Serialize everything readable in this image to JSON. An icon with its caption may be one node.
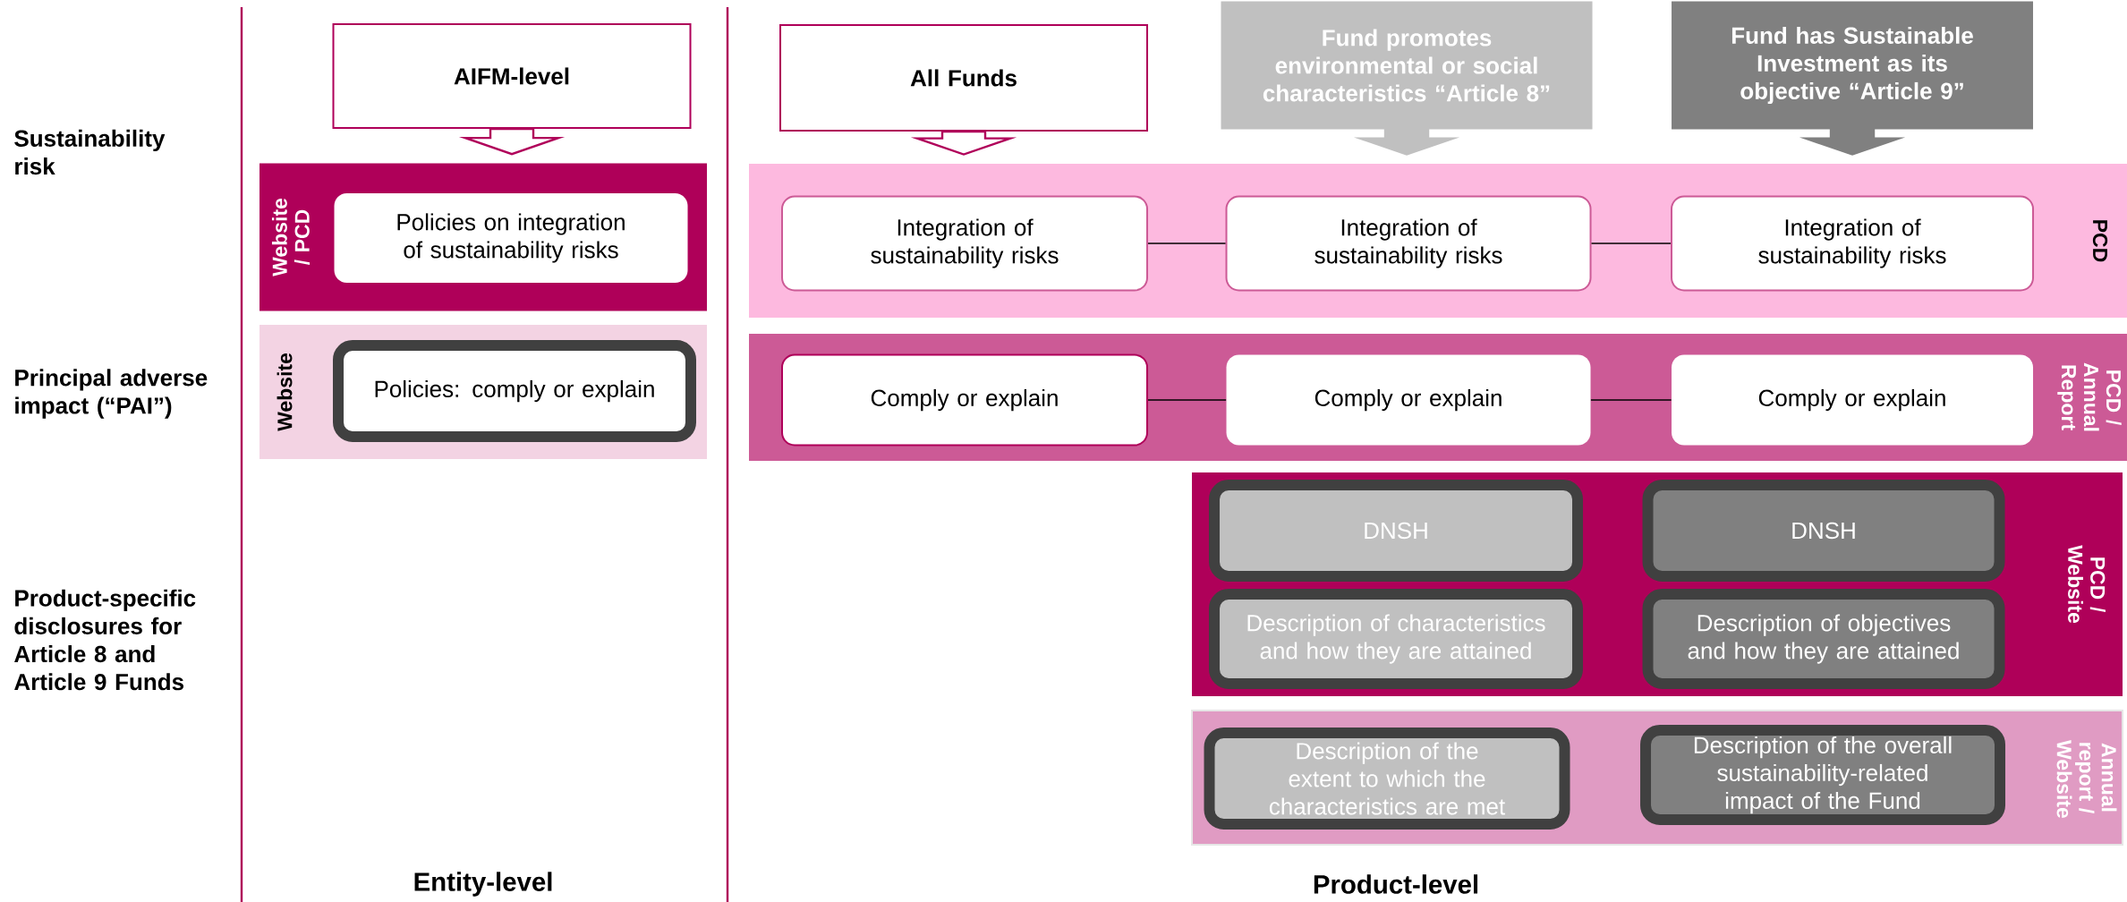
{
  "diagram": {
    "nodes": [
      {
        "text": [
          "AIFM-level"
        ]
      },
      {
        "text": [
          "All Funds"
        ]
      },
      {
        "text": [
          "Fund promotes environmental or social characteristics “Article 8”"
        ]
      },
      {
        "text": [
          "Fund has Sustainable Investment as its objective “Article 9”"
        ]
      },
      {
        "text": [
          "Website / PCD"
        ]
      },
      {
        "text": [
          "Policies on integration of sustainability risks"
        ],
        "in": 4
      },
      {
        "text": [
          "Website"
        ]
      },
      {
        "text": [
          "Policies: comply or explain"
        ],
        "in": 6
      },
      {
        "text": [
          "PCD"
        ]
      },
      {
        "text": [
          "Integration of sustainability risks"
        ],
        "in": 8
      },
      {
        "text": [
          "Integration of sustainability risks"
        ],
        "in": 8
      },
      {
        "text": [
          "Integration of sustainability risks"
        ],
        "in": 8
      },
      {
        "text": [
          "PCD / Annual Report"
        ]
      },
      {
        "text": [
          "Comply or explain"
        ],
        "in": 12
      },
      {
        "text": [
          "Comply or explain"
        ],
        "in": 12
      },
      {
        "text": [
          "Comply or explain"
        ],
        "in": 12
      },
      {
        "text": [
          "PCD / Website"
        ]
      },
      {
        "text": [
          "DNSH"
        ],
        "in": 16
      },
      {
        "text": [
          "DNSH"
        ],
        "in": 16
      },
      {
        "text": [
          "Description of characteristics and how they are attained"
        ],
        "in": 16
      },
      {
        "text": [
          "Description of objectives and how they are attained"
        ],
        "in": 16
      },
      {
        "text": [
          "Annual report / Website"
        ]
      },
      {
        "text": [
          "Description of the extent to which the characteristics are met"
        ],
        "in": 21
      },
      {
        "text": [
          "Description of the overall sustainability-related impact of the Fund"
        ],
        "in": 21
      }
    ],
    "edges": [
      {
        "from": 0,
        "to": 4,
        "arrow": "to",
        "color": "#b0005a"
      },
      {
        "from": 1,
        "to": 8,
        "arrow": "to",
        "color": "#b0005a"
      },
      {
        "from": 2,
        "to": 8,
        "arrow": "to",
        "color": "#c0c0c0"
      },
      {
        "from": 3,
        "to": 8,
        "arrow": "to",
        "color": "#808080"
      },
      {
        "from": 9,
        "to": 10,
        "arrow": "none"
      },
      {
        "from": 10,
        "to": 11,
        "arrow": "none"
      },
      {
        "from": 13,
        "to": 14,
        "arrow": "none"
      },
      {
        "from": 14,
        "to": 15,
        "arrow": "none"
      }
    ],
    "labels": [
      "Sustainability risk",
      "Principal adverse impact (“PAI”)",
      "Product-specific disclosures for Article 8 and Article 9 Funds",
      "Entity-level",
      "Product-level"
    ]
  }
}
